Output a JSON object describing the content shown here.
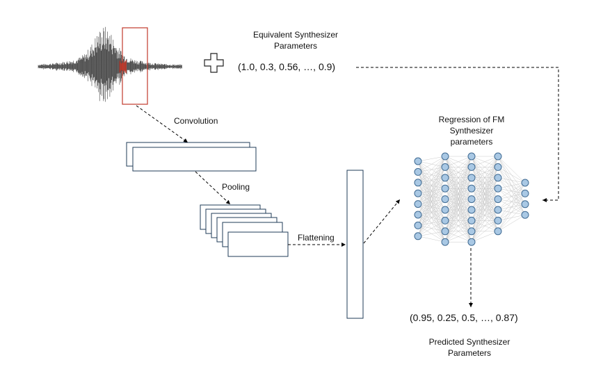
{
  "labels": {
    "equivalent_params": [
      "Equivalent Synthesizer",
      "Parameters"
    ],
    "equivalent_values": "(1.0, 0.3, 0.56, …, 0.9)",
    "convolution": "Convolution",
    "pooling": "Pooling",
    "flattening": "Flattening",
    "regression": [
      "Regression of FM",
      "Synthesizer",
      "parameters"
    ],
    "predicted_values": "(0.95, 0.25, 0.5, …, 0.87)",
    "predicted_params": [
      "Predicted Synthesizer",
      "Parameters"
    ]
  },
  "network": {
    "layer_sizes": [
      8,
      9,
      9,
      8,
      4
    ]
  },
  "colors": {
    "window": "#c0392b",
    "conv_border": "#1f3b57",
    "neuron_fill": "#a9c8e4",
    "neuron_stroke": "#3f6a92",
    "edges": "#c8c8c8",
    "waveform": "#1a1a1a"
  }
}
